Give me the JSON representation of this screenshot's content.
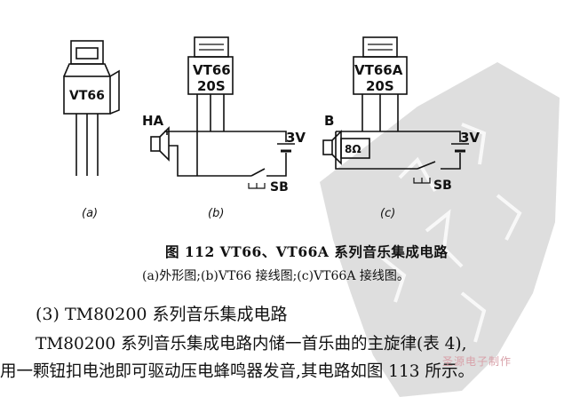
{
  "diagram": {
    "a": {
      "chip_label": "VT66",
      "caption": "(a)"
    },
    "b": {
      "chip_line1": "VT66",
      "chip_line2": "20S",
      "speaker_label": "HA",
      "voltage": "3V",
      "switch_label": "SB",
      "caption": "(b)"
    },
    "c": {
      "chip_line1": "VT66A",
      "chip_line2": "20S",
      "speaker_label": "B",
      "resistor": "8Ω",
      "voltage": "3V",
      "switch_label": "SB",
      "caption": "(c)"
    }
  },
  "figure": {
    "title": "图 112   VT66、VT66A 系列音乐集成电路",
    "caption": "(a)外形图;(b)VT66 接线图;(c)VT66A 接线图。"
  },
  "section": {
    "heading": "(3) TM80200 系列音乐集成电路"
  },
  "body": {
    "line1": "TM80200 系列音乐集成电路内储一首乐曲的主旋律(表 4),",
    "line2": "用一颗钮扣电池即可驱动压电蜂鸣器发音,其电路如图 113 所示。"
  },
  "watermark": {
    "text": "圣源电子制作"
  },
  "colors": {
    "ink": "#111111",
    "watermark": "#cfcfcf"
  }
}
